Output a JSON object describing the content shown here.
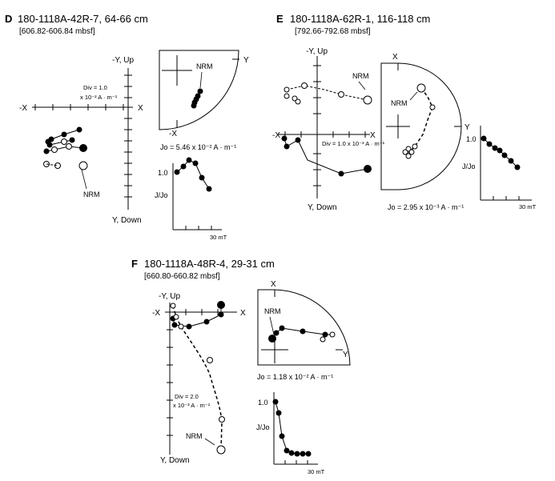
{
  "panels": [
    {
      "letter": "D",
      "title": "180-1118A-42R-7, 64-66 cm",
      "depth": "[606.82-606.84 mbsf]",
      "zij": {
        "up": "-Y, Up",
        "down": "Y, Down",
        "left": "-X",
        "right": "X",
        "div_line1": "Div = 1.0",
        "div_line2": "x 10⁻² A · m⁻¹",
        "nrm": "NRM"
      },
      "stereo": {
        "label_right": "Y",
        "label_bottom": "-X",
        "nrm": "NRM"
      },
      "jo": "Jo = 5.46 x 10⁻² A · m⁻¹",
      "demag": {
        "ytick": "1.0",
        "ylabel": "J/Jo",
        "xlabel": "30 mT"
      }
    },
    {
      "letter": "E",
      "title": "180-1118A-62R-1, 116-118 cm",
      "depth": "[792.66-792.68 mbsf]",
      "zij": {
        "up": "-Y, Up",
        "down": "Y, Down",
        "left": "-X",
        "right": "X",
        "div_line1": "Div = 1.0 x 10⁻³ A · m⁻¹",
        "nrm": "NRM"
      },
      "stereo": {
        "label_top": "X",
        "label_right": "Y",
        "nrm": "NRM"
      },
      "jo": "Jo = 2.95 x 10⁻³ A · m⁻¹",
      "demag": {
        "ytick": "1.0",
        "ylabel": "J/Jo",
        "xlabel": "30 mT"
      }
    },
    {
      "letter": "F",
      "title": "180-1118A-48R-4, 29-31 cm",
      "depth": "[660.80-660.82 mbsf]",
      "zij": {
        "up": "-Y, Up",
        "down": "Y, Down",
        "left": "-X",
        "right": "X",
        "div_line1": "Div = 2.0",
        "div_line2": "x 10⁻³ A · m⁻¹",
        "nrm": "NRM"
      },
      "stereo": {
        "label_top": "X",
        "label_right": "Y",
        "nrm": "NRM"
      },
      "jo": "Jo = 1.18 x 10⁻² A · m⁻¹",
      "demag": {
        "ytick": "1.0",
        "ylabel": "J/Jo",
        "xlabel": "30 mT"
      }
    }
  ]
}
